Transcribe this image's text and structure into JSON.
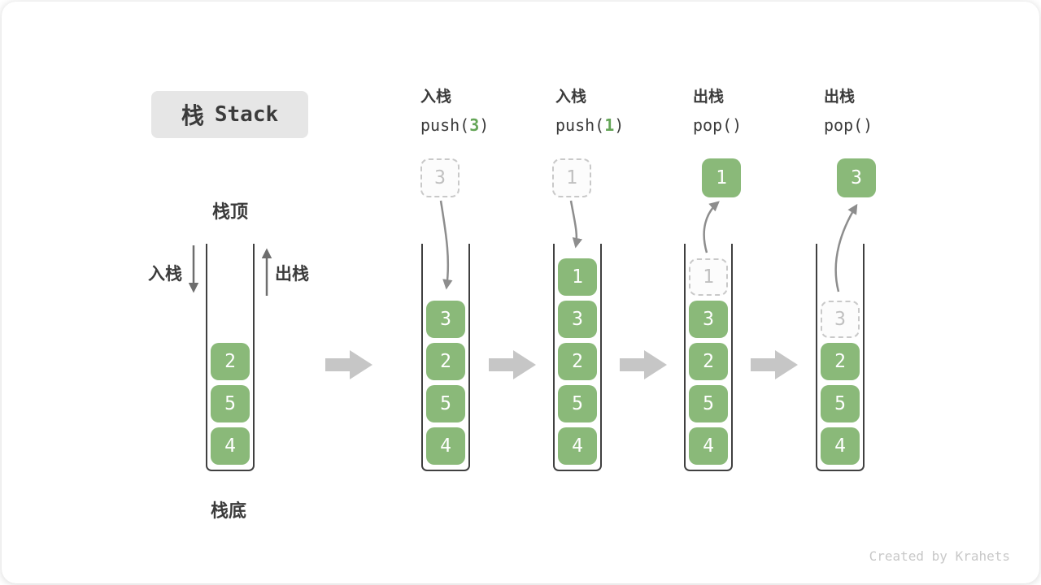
{
  "title": {
    "zh": "栈",
    "en": "Stack"
  },
  "side_labels": {
    "stack_top": "栈顶",
    "stack_bottom": "栈底",
    "push": "入栈",
    "pop": "出栈"
  },
  "columns": [
    {
      "label": "入栈",
      "code_before": "push(",
      "code_value": "3",
      "code_after": ")"
    },
    {
      "label": "入栈",
      "code_before": "push(",
      "code_value": "1",
      "code_after": ")"
    },
    {
      "label": "出栈",
      "code_before": "pop(",
      "code_value": "",
      "code_after": ")"
    },
    {
      "label": "出栈",
      "code_before": "pop(",
      "code_value": "",
      "code_after": ")"
    }
  ],
  "floats": [
    {
      "value": "3",
      "style": "ghost"
    },
    {
      "value": "1",
      "style": "ghost"
    },
    {
      "value": "1",
      "style": "solid"
    },
    {
      "value": "3",
      "style": "solid"
    }
  ],
  "stacks": [
    {
      "cells": [
        {
          "value": "2"
        },
        {
          "value": "5"
        },
        {
          "value": "4"
        }
      ]
    },
    {
      "cells": [
        {
          "value": "3"
        },
        {
          "value": "2"
        },
        {
          "value": "5"
        },
        {
          "value": "4"
        }
      ]
    },
    {
      "cells": [
        {
          "value": "1"
        },
        {
          "value": "3"
        },
        {
          "value": "2"
        },
        {
          "value": "5"
        },
        {
          "value": "4"
        }
      ]
    },
    {
      "cells": [
        {
          "value": "1",
          "ghost": true
        },
        {
          "value": "3"
        },
        {
          "value": "2"
        },
        {
          "value": "5"
        },
        {
          "value": "4"
        }
      ]
    },
    {
      "cells": [
        {
          "value": "3",
          "ghost": true
        },
        {
          "value": "2"
        },
        {
          "value": "5"
        },
        {
          "value": "4"
        }
      ]
    }
  ],
  "footer": {
    "credit": "Created by Krahets"
  },
  "colors": {
    "cell-green": "#8ab979",
    "accent-green": "#64a557",
    "arrow-gray": "#8d8d8d",
    "arrow-dark": "#6e6e6e",
    "block-arrow-gray": "#c6c6c6",
    "wall-dark": "#404040",
    "ghost-border": "#c9c9c9",
    "ghost-text": "#c0c0c0",
    "label-dark": "#3b3b3b",
    "title-bg": "#e6e6e6",
    "credit-gray": "#c8c8c8"
  }
}
